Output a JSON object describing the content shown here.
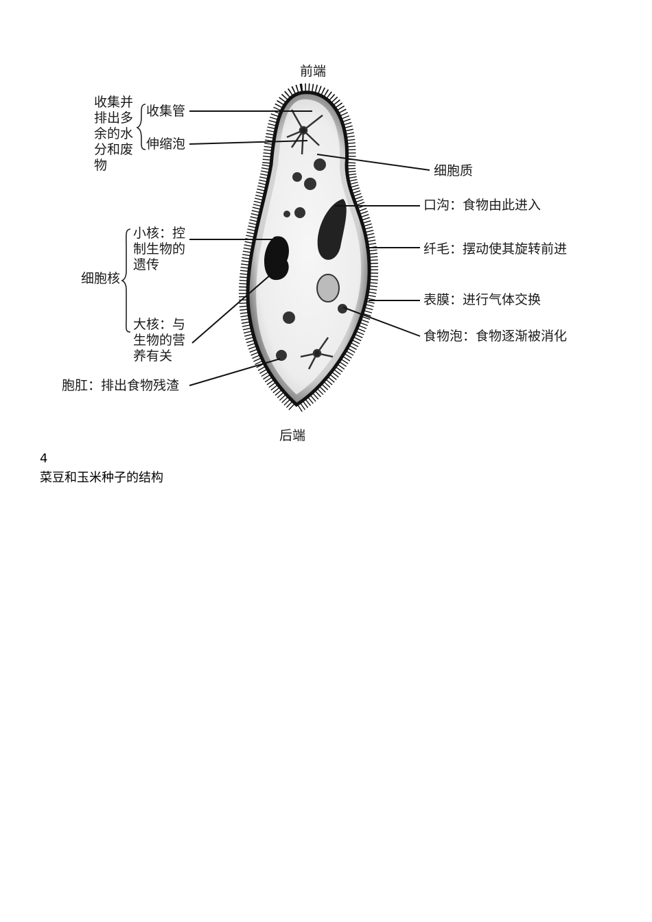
{
  "diagram": {
    "top_label": "前端",
    "bottom_label": "后端",
    "left": {
      "contractile_group": "收集并排出多余的水分和废物",
      "collecting_canal": "收集管",
      "contractile_vacuole": "伸缩泡",
      "nucleus": "细胞核",
      "micronucleus": "小核：控制生物的遗传",
      "macronucleus": "大核：与生物的营养有关",
      "anal_pore": "胞肛：排出食物残渣"
    },
    "right": {
      "cytoplasm": "细胞质",
      "oral_groove": "口沟：食物由此进入",
      "cilia": "纤毛：摆动使其旋转前进",
      "pellicle": "表膜：进行气体交换",
      "food_vacuole": "食物泡：食物逐渐被消化"
    }
  },
  "section": {
    "number": "4",
    "title": "菜豆和玉米种子的结构"
  }
}
